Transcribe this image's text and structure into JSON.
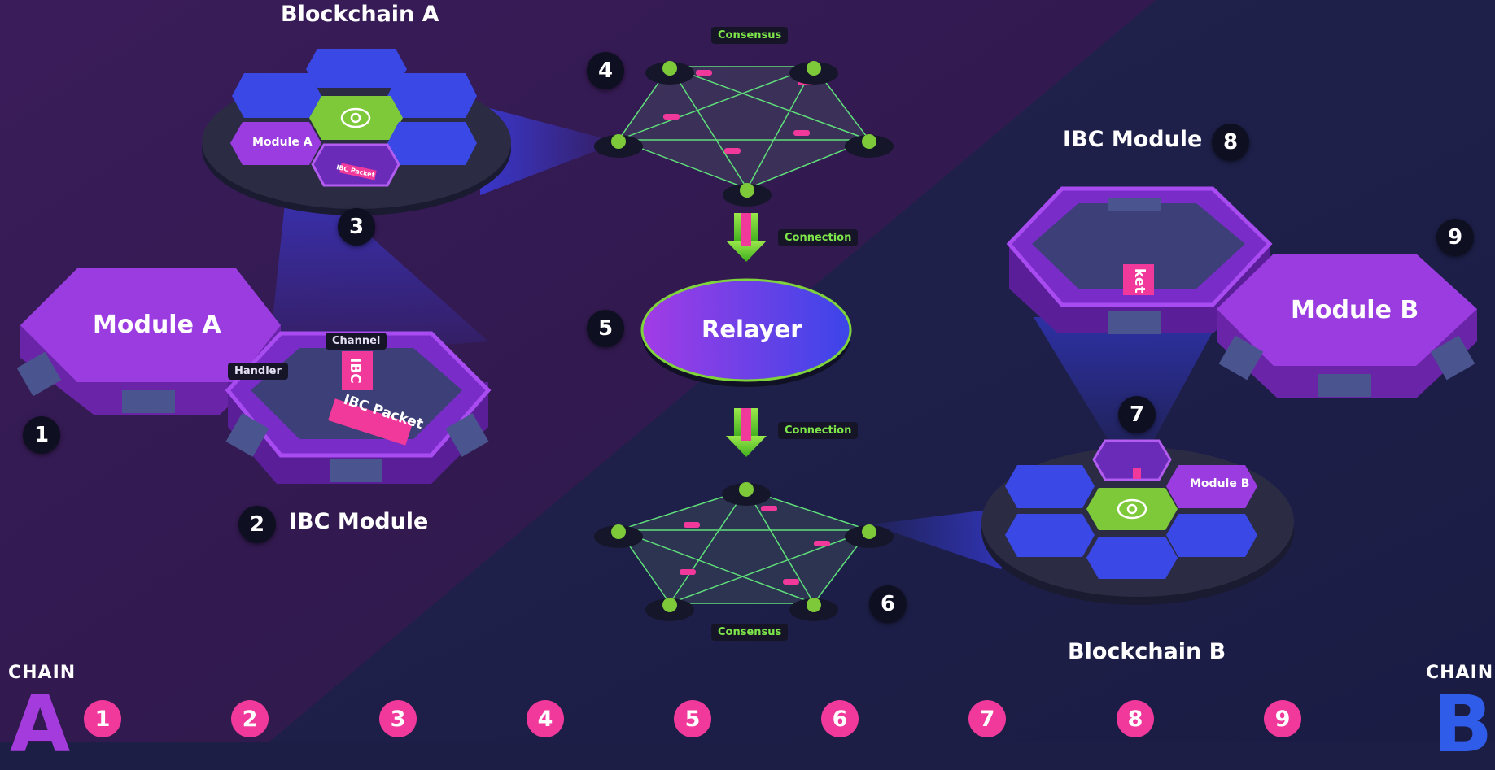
{
  "labels": {
    "blockchain_a": "Blockchain A",
    "blockchain_b": "Blockchain B",
    "module_a": "Module A",
    "module_a_small": "Module A",
    "module_b": "Module B",
    "module_b_small": "Module B",
    "ibc_module_left": "IBC Module",
    "ibc_module_right": "IBC Module",
    "relayer": "Relayer",
    "consensus_top": "Consensus",
    "consensus_bottom": "Consensus",
    "connection_top": "Connection",
    "connection_bottom": "Connection",
    "channel": "Channel",
    "handler": "Handler",
    "ibc_packet": "IBC Packet",
    "ibc_packet_small": "IBC Packet",
    "packet_vertical_left": "IBC",
    "packet_vertical_right": "ket"
  },
  "badges": [
    "1",
    "2",
    "3",
    "4",
    "5",
    "6",
    "7",
    "8",
    "9"
  ],
  "timeline": {
    "left_caption": "CHAIN",
    "left_letter": "A",
    "right_caption": "CHAIN",
    "right_letter": "B",
    "steps": [
      "1",
      "2",
      "3",
      "4",
      "5",
      "6",
      "7",
      "8",
      "9"
    ]
  },
  "colors": {
    "purple": "#9b3ce0",
    "blue": "#3a46e6",
    "green": "#7ed43a",
    "pink": "#f0399a",
    "dark": "#0f0f22"
  }
}
